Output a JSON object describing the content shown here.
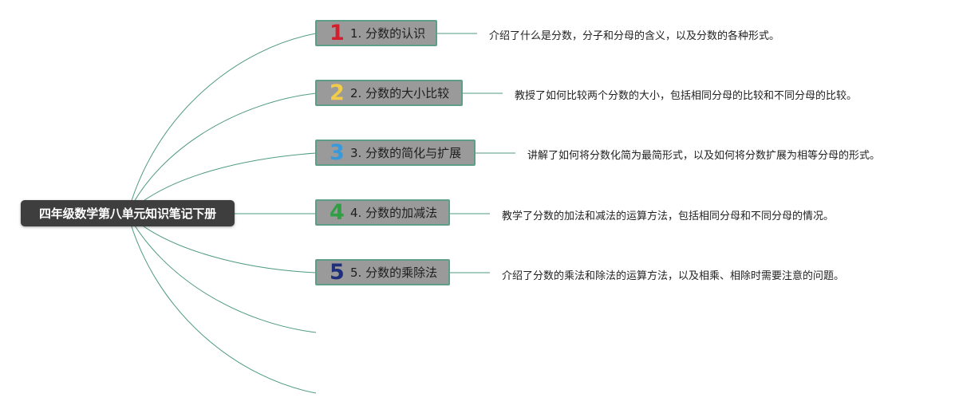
{
  "root": {
    "title": "四年级数学第八单元知识笔记下册"
  },
  "branches": [
    {
      "badge": "1",
      "badge_color": "#d3202f",
      "label": "1. 分数的认识",
      "description": "介绍了什么是分数，分子和分母的含义，以及分数的各种形式。"
    },
    {
      "badge": "2",
      "badge_color": "#f0cc4a",
      "label": "2. 分数的大小比较",
      "description": "教授了如何比较两个分数的大小，包括相同分母的比较和不同分母的比较。"
    },
    {
      "badge": "3",
      "badge_color": "#3a9ad9",
      "label": "3. 分数的简化与扩展",
      "description": "讲解了如何将分数化简为最简形式，以及如何将分数扩展为相等分母的形式。"
    },
    {
      "badge": "4",
      "badge_color": "#2ea043",
      "label": "4. 分数的加减法",
      "description": "教学了分数的加法和减法的运算方法，包括相同分母和不同分母的情况。"
    },
    {
      "badge": "5",
      "badge_color": "#1f2f7a",
      "label": "5. 分数的乘除法",
      "description": "介绍了分数的乘法和除法的运算方法，以及相乘、相除时需要注意的问题。"
    }
  ],
  "colors": {
    "connector": "#4f9a80",
    "root_bg": "#3e3e3e",
    "node_bg": "#9a9a9a",
    "node_border": "#5f9e86"
  }
}
